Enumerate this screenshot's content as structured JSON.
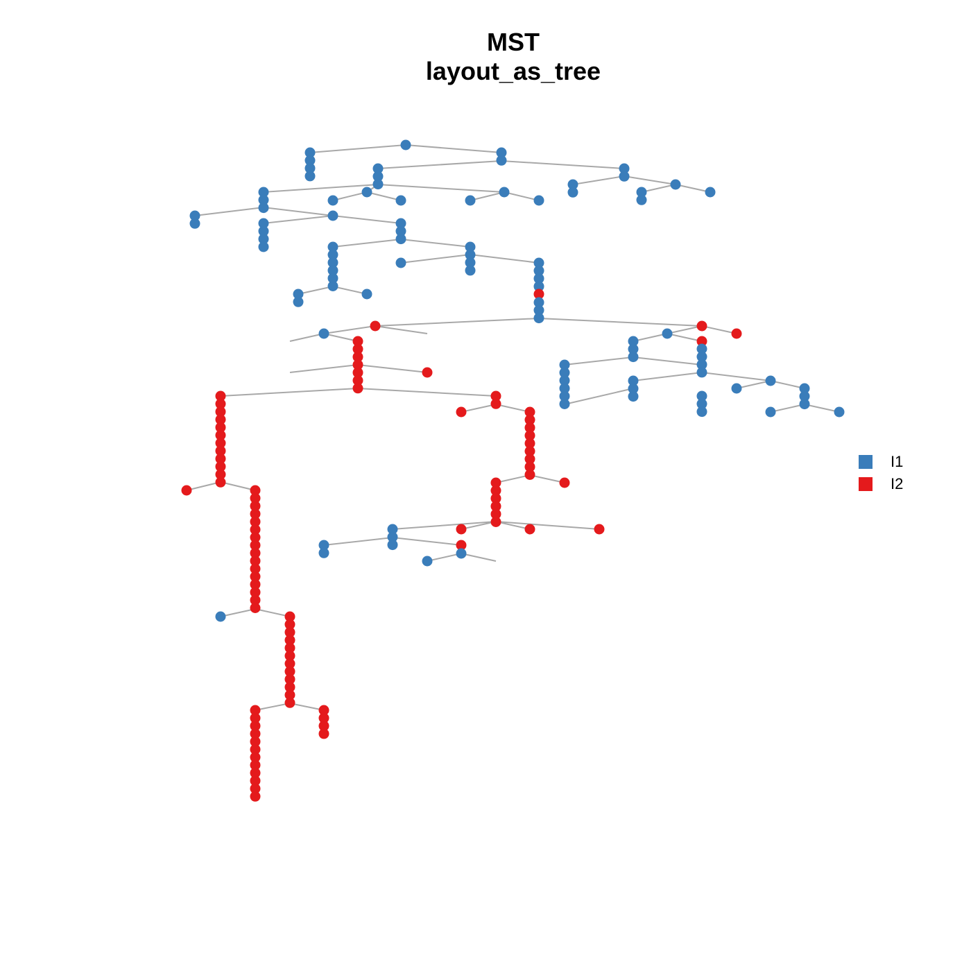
{
  "title": {
    "line1": "MST",
    "line2": "layout_as_tree"
  },
  "legend": [
    {
      "label": "I1",
      "color": "#3A7DBA"
    },
    {
      "label": "I2",
      "color": "#E41A1C"
    }
  ],
  "colors": {
    "I1": "#3A7DBA",
    "I2": "#E41A1C",
    "edge": "#A8A8A8"
  }
}
